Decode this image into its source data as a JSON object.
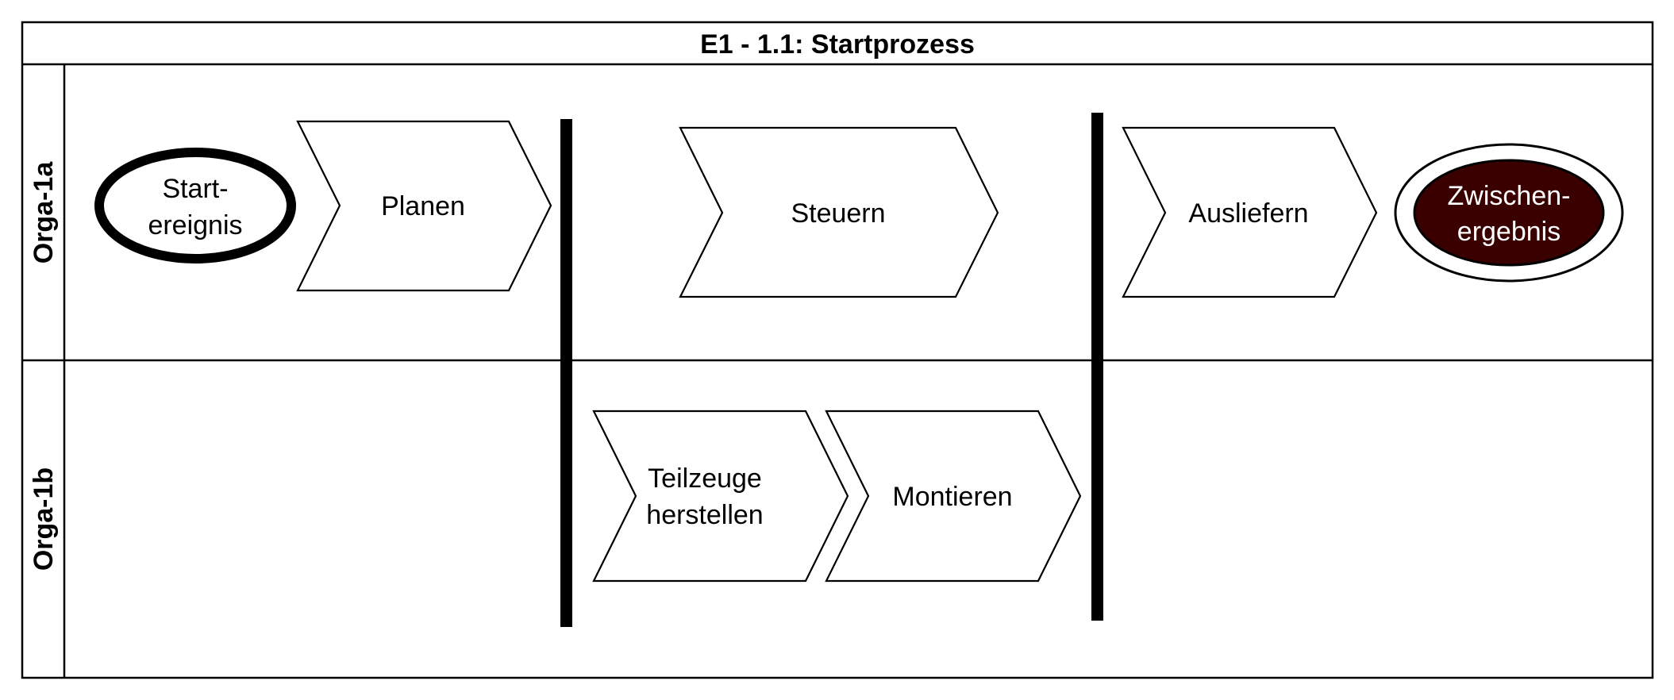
{
  "diagram": {
    "title": "E1 - 1.1: Startprozess",
    "lanes": [
      {
        "label": "Orga-1a"
      },
      {
        "label": "Orga-1b"
      }
    ],
    "start_event": {
      "line1": "Start-",
      "line2": "ereignis"
    },
    "steps": {
      "planen": {
        "line1": "Planen"
      },
      "steuern": {
        "line1": "Steuern"
      },
      "ausliefern": {
        "line1": "Ausliefern"
      },
      "teilzeuge": {
        "line1": "Teilzeuge",
        "line2": "herstellen"
      },
      "montieren": {
        "line1": "Montieren"
      }
    },
    "end_event": {
      "line1": "Zwischen-",
      "line2": "ergebnis"
    },
    "colors": {
      "end_event_fill": "#3a0000",
      "end_event_text": "#ffffff",
      "line": "#000000"
    }
  }
}
